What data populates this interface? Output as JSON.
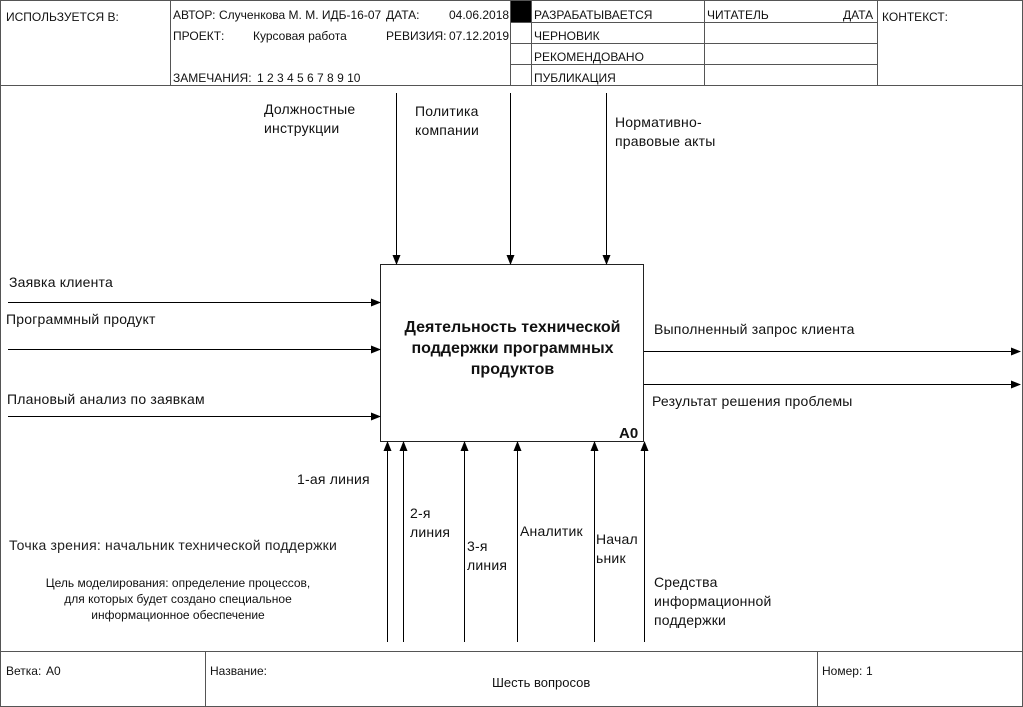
{
  "header": {
    "used_in": "ИСПОЛЬЗУЕТСЯ В:",
    "author_label": "АВТОР:",
    "author_value": "Слученкова М. М. ИДБ-16-07",
    "date_label": "ДАТА:",
    "date_value": "04.06.2018",
    "project_label": "ПРОЕКТ:",
    "project_value": "Курсовая работа",
    "revision_label": "РЕВИЗИЯ:",
    "revision_value": "07.12.2019",
    "notes_label": "ЗАМЕЧАНИЯ:",
    "notes_value": "1 2 3 4 5 6 7 8 9 10",
    "status": [
      "РАЗРАБАТЫВАЕТСЯ",
      "ЧЕРНОВИК",
      "РЕКОМЕНДОВАНО",
      "ПУБЛИКАЦИЯ"
    ],
    "active_status": "РАЗРАБАТЫВАЕТСЯ",
    "reader_label": "ЧИТАТЕЛЬ",
    "reader_date_label": "ДАТА",
    "context_label": "КОНТЕКСТ:"
  },
  "diagram": {
    "function_box": {
      "title": "Деятельность технической поддержки программных продуктов",
      "node": "A0"
    },
    "controls": [
      "Должностные\nинструкции",
      "Политика\nкомпании",
      "Нормативно-\nправовые акты"
    ],
    "inputs": [
      "Заявка клиента",
      "Программный продукт",
      "Плановый анализ по заявкам"
    ],
    "outputs": [
      "Выполненный запрос клиента",
      "Результат решения проблемы"
    ],
    "mechanisms": [
      "1-ая линия",
      "2-я\nлиния",
      "3-я\nлиния",
      "Аналитик",
      "Начал\nьник",
      "Средства\nинформационной\nподдержки"
    ],
    "viewpoint": "Точка зрения: начальник технической поддержки",
    "purpose": "Цель моделирования: определение процессов,\nдля которых будет создано специальное\nинформационное обеспечение"
  },
  "footer": {
    "node_label": "Ветка:",
    "node_value": "A0",
    "title_label": "Название:",
    "title_value": "Шесть вопросов",
    "number_label": "Номер:",
    "number_value": "1"
  },
  "colors": {
    "line": "#000000",
    "frame": "#444444",
    "active_status_fill": "#000000"
  }
}
